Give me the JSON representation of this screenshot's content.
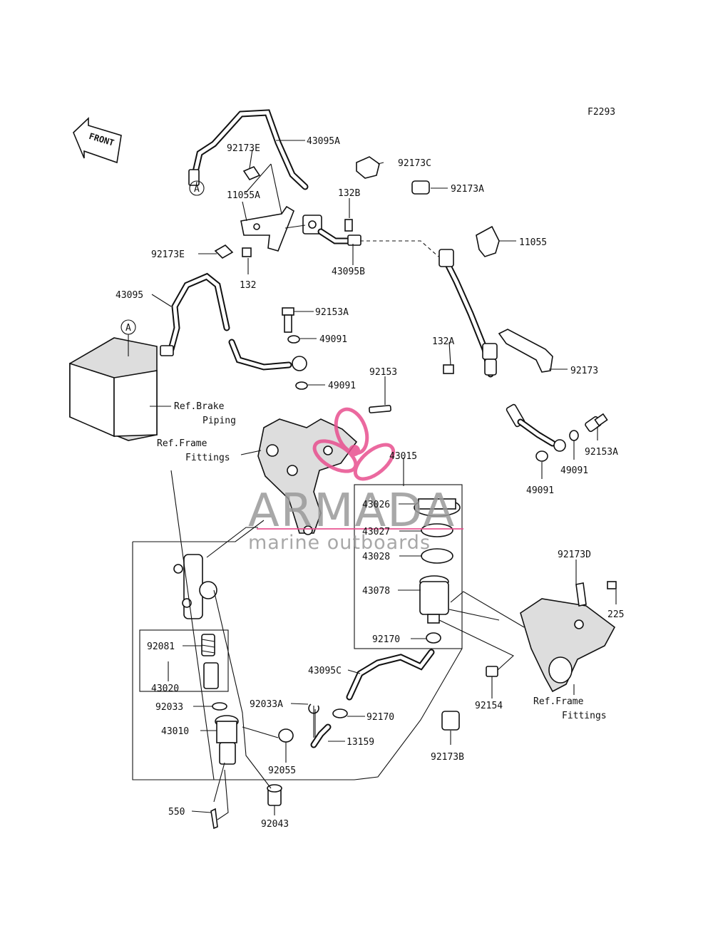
{
  "figure_code": "F2293",
  "front_arrow_label": "FRONT",
  "watermark": {
    "brand": "ARMADA",
    "tagline": "marine outboards",
    "accent_color": "#e8508f"
  },
  "callouts": {
    "a_top": "A",
    "a_abs": "A",
    "p43095A": "43095A",
    "p92173E_top": "92173E",
    "p92173C": "92173C",
    "p92173A": "92173A",
    "p132B": "132B",
    "p11055A": "11055A",
    "p11055": "11055",
    "p92173E": "92173E",
    "p132": "132",
    "p43095B": "43095B",
    "p43095": "43095",
    "p92153A_top": "92153A",
    "p49091_a": "49091",
    "p49091_b": "49091",
    "p132A": "132A",
    "p92173": "92173",
    "p92153": "92153",
    "ref_brake_1": "Ref.Brake",
    "ref_brake_2": "Piping",
    "ref_frame1_1": "Ref.Frame",
    "ref_frame1_2": "Fittings",
    "p92153A_right": "92153A",
    "p49091_r1": "49091",
    "p49091_r2": "49091",
    "p43015": "43015",
    "p43026": "43026",
    "p43027": "43027",
    "p43028": "43028",
    "p43078": "43078",
    "p92173D": "92173D",
    "p225": "225",
    "p92170_a": "92170",
    "p43095C": "43095C",
    "p92081": "92081",
    "p43020": "43020",
    "p92033": "92033",
    "p92033A": "92033A",
    "p92170_b": "92170",
    "p43010": "43010",
    "p13159": "13159",
    "p92055": "92055",
    "p92154": "92154",
    "ref_frame2_1": "Ref.Frame",
    "ref_frame2_2": "Fittings",
    "p92173B": "92173B",
    "p550": "550",
    "p92043": "92043"
  }
}
